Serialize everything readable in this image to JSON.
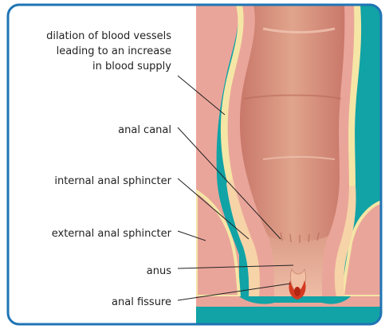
{
  "labels": {
    "dilation": "dilation of blood vessels leading to an increase in blood supply",
    "dilation_line1": "dilation of blood vessels",
    "dilation_line2": "leading to an increase",
    "dilation_line3": "in blood supply",
    "anal_canal": "anal canal",
    "internal_sphincter": "internal anal sphincter",
    "external_sphincter": "external anal sphincter",
    "anus": "anus",
    "anal_fissure": "anal fissure"
  },
  "colors": {
    "frame_border": "#1f74b5",
    "background_teal": "#11a3a5",
    "skin_pink": "#eaa59a",
    "canal_light": "#f4c7b0",
    "lumen": "#d9927a",
    "fat_yellow": "#f5e6a6",
    "fissure_red": "#d33a20"
  }
}
